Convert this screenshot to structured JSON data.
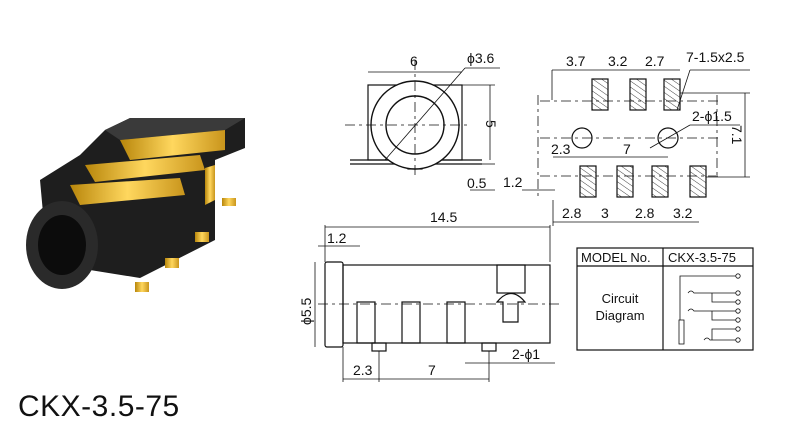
{
  "product": {
    "model_title": "CKX-3.5-75"
  },
  "front_view": {
    "width": "6",
    "diameter": "ϕ3.6",
    "height": "5",
    "foot": "0.5"
  },
  "footprint": {
    "top_spacing": [
      "3.7",
      "3.2",
      "2.7"
    ],
    "pad_spec": "7-1.5x2.5",
    "hole_spec": "2-ϕ1.5",
    "height": "7.1",
    "hole_offset": "2.3",
    "hole_distance": "7",
    "edge_offset": "1.2",
    "bottom_spacing": [
      "2.8",
      "3",
      "2.8",
      "3.2"
    ]
  },
  "side_view": {
    "length": "14.5",
    "flange": "1.2",
    "diameter": "ϕ5.5",
    "peg_offset": "2.3",
    "peg_distance": "7",
    "peg_spec": "2-ϕ1"
  },
  "table": {
    "model_label": "MODEL No.",
    "model_value": "CKX-3.5-75",
    "circuit_line1": "Circuit",
    "circuit_line2": "Diagram"
  }
}
